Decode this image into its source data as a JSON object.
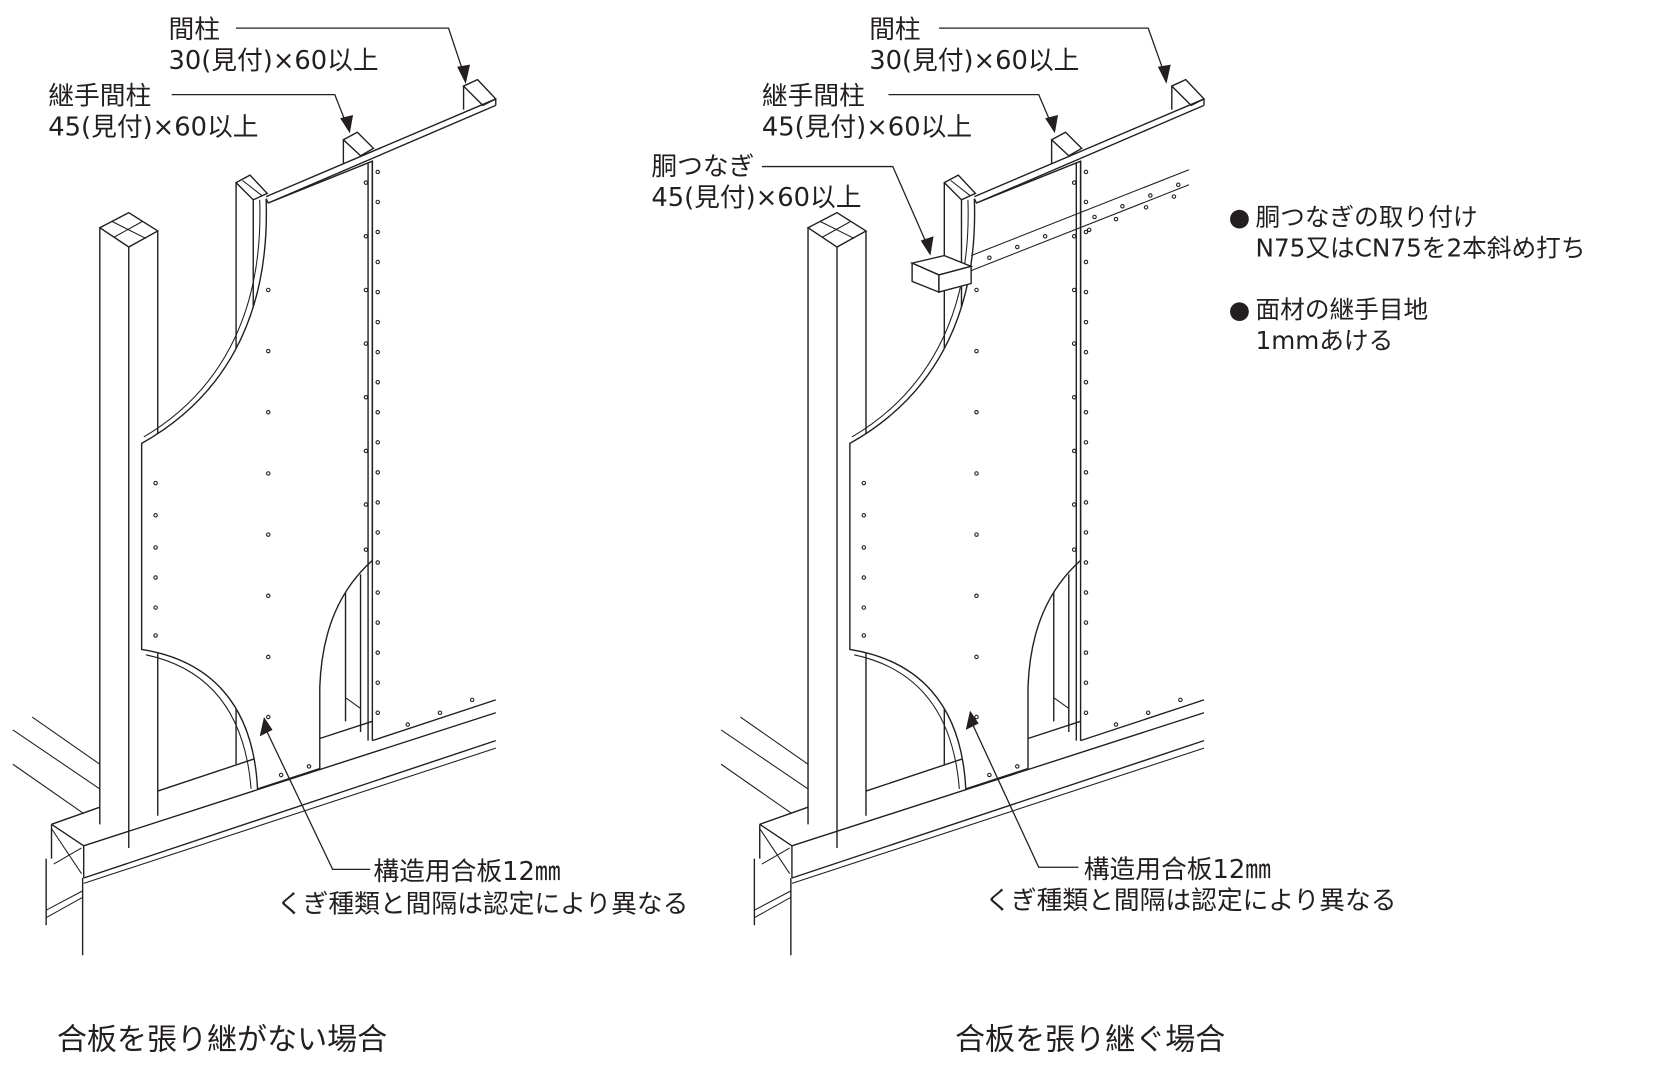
{
  "left": {
    "stud_label": "間柱",
    "stud_size": "30(見付)×60以上",
    "joint_stud_label": "継手間柱",
    "joint_stud_size": "45(見付)×60以上",
    "plywood_label": "構造用合板12㎜",
    "plywood_note": "くぎ種類と間隔は認定により異なる",
    "caption": "合板を張り継がない場合"
  },
  "right": {
    "stud_label": "間柱",
    "stud_size": "30(見付)×60以上",
    "joint_stud_label": "継手間柱",
    "joint_stud_size": "45(見付)×60以上",
    "blocking_label": "胴つなぎ",
    "blocking_size": "45(見付)×60以上",
    "plywood_label": "構造用合板12㎜",
    "plywood_note": "くぎ種類と間隔は認定により異なる",
    "caption": "合板を張り継ぐ場合"
  },
  "notes": [
    {
      "bullet": "●",
      "title": "胴つなぎの取り付け",
      "detail": "N75又はCN75を2本斜め打ち"
    },
    {
      "bullet": "●",
      "title": "面材の継手目地",
      "detail": "1mmあける"
    }
  ]
}
